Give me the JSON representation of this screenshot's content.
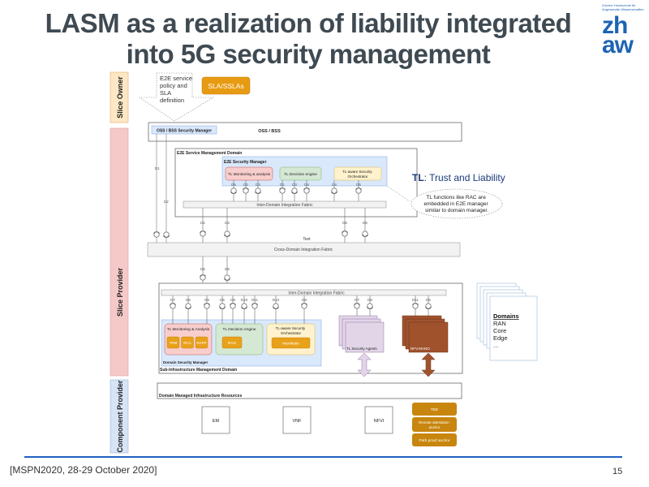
{
  "slide": {
    "title_line1": "LASM as a realization of liability integrated",
    "title_line2": "into 5G security management",
    "logo_subtitle": "Zürcher Hochschule für Angewandte Wissenschaften",
    "logo_line1": "zh",
    "logo_line2": "aw",
    "footer_citation": "[MSPN2020, 28-29 October 2020]",
    "page_number": "15"
  },
  "lanes": {
    "slice_owner": "Slice Owner",
    "slice_provider": "Slice Provider",
    "component_provider": "Component Provider"
  },
  "colors": {
    "owner_lane": "#fde7c4",
    "provider_lane": "#f6c9c9",
    "component_lane": "#d6e4f5",
    "sla_box": "#e79b12",
    "security_manager_bg": "#dae8fc",
    "monitoring_bg": "#f8cecc",
    "decision_bg": "#d5e8d4",
    "orchestrator_bg": "#fff2cc",
    "orange_chip": "#e8a11a",
    "agents_bg": "#e1d5e7",
    "nfv_mano_bg": "#a0522d",
    "anchors_bg": "#c8860e",
    "accent_blue": "#2060c0"
  },
  "owner": {
    "policy_note": [
      "E2E service",
      "policy and",
      "SLA",
      "definition"
    ],
    "sla_label": "SLA/SSLAs"
  },
  "oss": {
    "security_manager": "OSS / BSS Security Manager",
    "label": "OSS / BSS",
    "left_links": [
      "D1",
      "D2"
    ]
  },
  "e2e": {
    "domain_label": "E2E Service Management Domain",
    "manager_label": "E2E Security Manager",
    "monitoring": "TL Monitoring & analysis",
    "decision": "TL Decision engine",
    "orchestrator_l1": "TL-aware Security",
    "orchestrator_l2": "Orchestrator",
    "interfaces": [
      "D6",
      "D2",
      "D3",
      "D1",
      "D3",
      "D4",
      "D4",
      "D5"
    ],
    "fabric": "Inter-Domain Integration Fabric",
    "down_links": [
      "D1",
      "D2",
      "D5",
      "D6"
    ]
  },
  "legend": {
    "tl_abbr": "TL",
    "tl_full": ": Trust and Liability",
    "callout": [
      "TL functions like RAC are",
      "embedded in E2E manager",
      "similar to domain manager."
    ]
  },
  "cross_domain": {
    "text_label": "Text",
    "fabric": "Cross-Domain Integration Fabric",
    "down_links": [
      "D5",
      "D6"
    ]
  },
  "sub_infra": {
    "fabric": "Inter-Domain Integration Fabric",
    "interfaces": [
      "D7",
      "D6",
      "D9",
      "D5",
      "D9",
      "D10",
      "D11",
      "D10",
      "D8"
    ],
    "monitoring": "TL Monitoring & Analysis",
    "monitoring_chips": [
      "TRM",
      "RCA",
      "RAPP"
    ],
    "decision": "TL Decision engine",
    "decision_chip": "RAG",
    "orchestrator_l1": "TL-aware Security",
    "orchestrator_l2": "Orchestrator",
    "orchestrator_chip": "Manifests",
    "manager_label": "Domain Security Manager",
    "domain_label": "Sub-Infrastructure Management Domain",
    "agents": "TL Security Agents",
    "agents_links": [
      "D7",
      "D8"
    ],
    "nfv_mano": "NFV-MANO",
    "nfv_links": [
      "D11",
      "D5"
    ]
  },
  "domains_note": {
    "heading": "Domains",
    "items": [
      "RAN",
      "Core",
      "Edge",
      "..."
    ]
  },
  "infra": {
    "label": "Domain Managed Infrastructure Resources",
    "boxes": [
      "EM",
      "VNF",
      "NFVI"
    ],
    "anchors": [
      "TEE",
      "Remote attestation anchor",
      "Path proof anchor"
    ]
  }
}
